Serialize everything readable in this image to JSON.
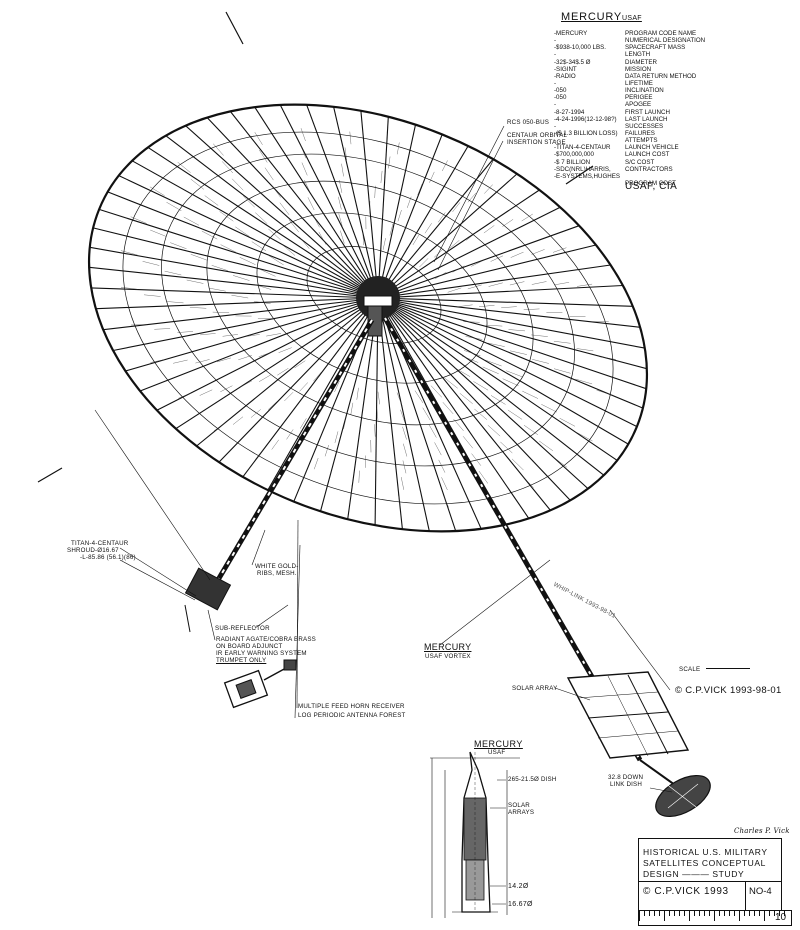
{
  "header": {
    "program_name": "MERCURY",
    "program_agency": "USAF",
    "spec_values": [
      "-MERCURY",
      "-",
      "-$938-10,000 LBS.",
      "-",
      "-32$-34$.5 Ø",
      "-SIGINT",
      "-RADIO",
      "-",
      "-050",
      "-050",
      "-",
      "-8-27-1994",
      "-4-24-1996(12-12-98?)",
      "-",
      "-($ 1.3 BILLION LOSS)",
      "-",
      "-TITAN-4-CENTAUR",
      "-$700,000,000",
      "-$ 7 BILLION",
      "-SDC(NRL)HARRIS,",
      "-E-SYSTEMS,HUGHES"
    ],
    "spec_labels": [
      "PROGRAM CODE NAME",
      "NUMERICAL DESIGNATION",
      "SPACECRAFT MASS",
      "LENGTH",
      "DIAMETER",
      "MISSION",
      "DATA RETURN METHOD",
      "LIFETIME",
      "INCLINATION",
      "PERIGEE",
      "APOGEE",
      "FIRST LAUNCH",
      "LAST LAUNCH",
      "SUCCESSES",
      "FAILURES",
      "ATTEMPTS",
      "LAUNCH VEHICLE",
      "LAUNCH COST",
      "S/C COST",
      "CONTRACTORS",
      "",
      "PROGRAM COST"
    ],
    "operators": "USAF, CIA"
  },
  "callouts": {
    "rcs_bus": "RCS 050-BUS",
    "centaur_stage_1": "CENTAUR ORBITAL",
    "centaur_stage_2": "INSERTION STAGE",
    "shroud_1": "TITAN-4-CENTAUR",
    "shroud_2": "SHROUD-Ø16.67",
    "shroud_3": "-L-85.86 (56.1)(86)",
    "ribs_1": "WHITE GOLD-",
    "ribs_2": "RIBS, MESH.",
    "sub_reflector": "SUB-REFLECTOR",
    "radiant_1": "RADIANT AGATE/COBRA BRASS",
    "radiant_2": "ON BOARD ADJUNCT",
    "radiant_3": "IR EARLY WARNING SYSTEM",
    "radiant_4": "TRUMPET ONLY",
    "feed_1": "MULTIPLE FEED HORN RECEIVER",
    "feed_2": "LOG PERIODIC ANTENNA FOREST",
    "vortex_name": "MERCURY",
    "vortex_sub": "USAF  VORTEX",
    "solar_array": "SOLAR ARRAY",
    "downlink_1": "32.8 DOWN",
    "downlink_2": "LINK DISH",
    "boom_note": "WHIP-LINK 1993-98-01",
    "scale": "SCALE",
    "copyright_main": "© C.P.VICK  1993-98-01"
  },
  "inset": {
    "title": "MERCURY",
    "subtitle": "USAF",
    "dish_label": "265-21.5Ø DISH",
    "solar_label_1": "SOLAR",
    "solar_label_2": "ARRAYS",
    "dim_a": "14.2Ø",
    "dim_b": "16.67Ø"
  },
  "title_block": {
    "signature": "Charles P. Vick",
    "line1": "HISTORICAL  U.S. MILITARY",
    "line2": "SATELLITES CONCEPTUAL",
    "line3": "DESIGN ——— STUDY",
    "line4": "© C.P.VICK  1993",
    "sheet": "NO-4",
    "page": "10"
  }
}
